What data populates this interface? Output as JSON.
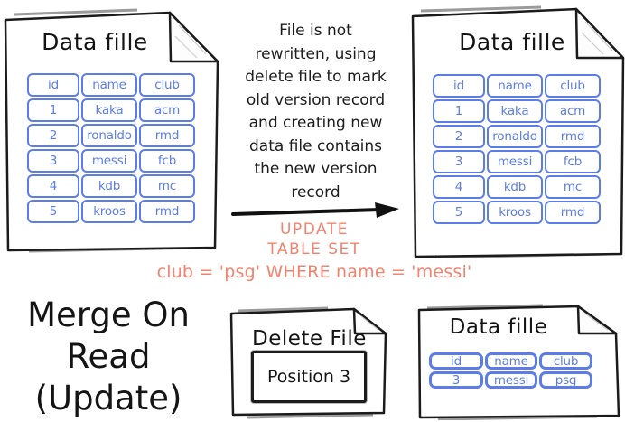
{
  "heading": {
    "lines": [
      "Merge On",
      "Read",
      "(Update)"
    ]
  },
  "explanation": {
    "lines": [
      "File is not",
      "rewritten, using",
      "delete file to mark",
      "old version record",
      "and creating new",
      "data file contains",
      "the new version",
      "record"
    ]
  },
  "sql": {
    "lines": [
      "UPDATE",
      "TABLE SET",
      "club = 'psg' WHERE name = 'messi'"
    ]
  },
  "data_file": {
    "title": "Data fille",
    "headers": [
      "id",
      "name",
      "club"
    ],
    "rows": [
      [
        "1",
        "kaka",
        "acm"
      ],
      [
        "2",
        "ronaldo",
        "rmd"
      ],
      [
        "3",
        "messi",
        "fcb"
      ],
      [
        "4",
        "kdb",
        "mc"
      ],
      [
        "5",
        "kroos",
        "rmd"
      ]
    ]
  },
  "delete_file": {
    "title": "Delete File",
    "entry": "Position 3"
  },
  "new_data_file": {
    "title": "Data fille",
    "headers": [
      "id",
      "name",
      "club"
    ],
    "rows": [
      [
        "3",
        "messi",
        "psg"
      ]
    ]
  },
  "colors": {
    "ink": "#1b1b1b",
    "table_blue": "#5c7de8",
    "sql_red": "#f2836e"
  }
}
